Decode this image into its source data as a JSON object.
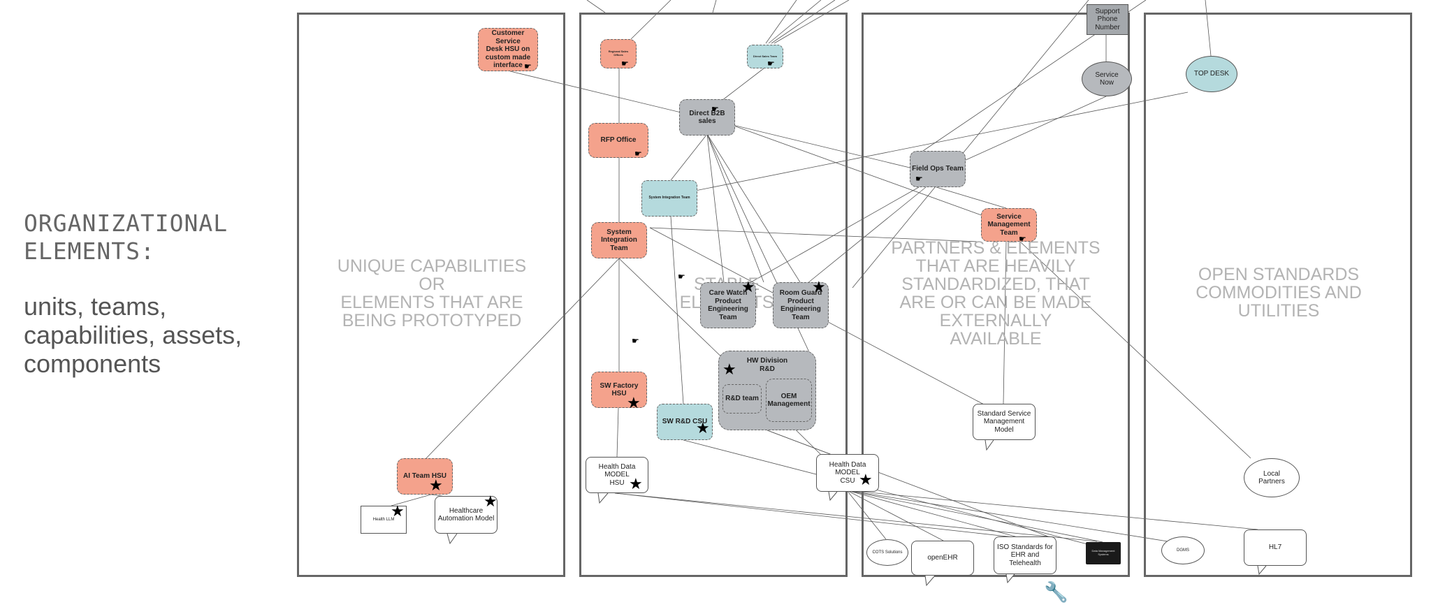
{
  "side": {
    "title": "ORGANIZATIONAL\nELEMENTS:",
    "subtitle": "units, teams,\ncapabilities, assets,\ncomponents"
  },
  "columns": [
    {
      "title": "UNIQUE CAPABILITIES\nOR\nELEMENTS THAT ARE\nBEING PROTOTYPED"
    },
    {
      "title": "STABLE\nELEMENTS"
    },
    {
      "title": "PARTNERS & ELEMENTS\nTHAT ARE HEAVILY\nSTANDARDIZED, THAT\nARE OR CAN BE MADE\nEXTERNALLY\nAVAILABLE"
    },
    {
      "title": "OPEN STANDARDS\nCOMMODITIES AND\nUTILITIES"
    }
  ],
  "nodes": {
    "cs_desk": "Customer Service\nDesk HSU on\ncustom made\ninterface",
    "regional_sales": "Regional Sales\nOffices",
    "direct_sales": "Direct Sales Team",
    "direct_b2b": "Direct B2B sales",
    "rfp": "RFP Office",
    "sys_int_team": "System Integration Team",
    "sys_int": "System\nIntegration\nTeam",
    "care_watch": "Care Watch\nProduct\nEngineering\nTeam",
    "room_guard": "Room Guard\nProduct\nEngineering\nTeam",
    "hw_division": "HW Division\nR&D",
    "rd_team": "R&D team",
    "oem": "OEM\nManagement",
    "sw_factory": "SW Factory HSU",
    "sw_rd": "SW R&D CSU",
    "hdm_hsu": "Health Data MODEL\nHSU",
    "hdm_csu": "Health Data MODEL\nCSU",
    "ai_team": "AI Team HSU",
    "health_llm": "Health LLM",
    "healthcare_auto": "Healthcare\nAutomation Model",
    "support_phone": "Support\nPhone\nNumber",
    "service_now": "Service\nNow",
    "field_ops": "Field Ops Team",
    "service_mgmt": "Service\nManagement\nTeam",
    "std_service": "Standard Service\nManagement Model",
    "cots": "COTS Solutions",
    "openehr": "openEHR",
    "iso": "ISO Standards for\nEHR and Telehealth",
    "data_mgmt": "Data Management\nSystems",
    "top_desk": "TOP DESK",
    "local_partners": "Local\nPartners",
    "dgms": "DGMS",
    "hl7": "HL7"
  },
  "icons": {
    "star": "star-icon",
    "hand": "handshake-icon",
    "wrench": "wrench-icon"
  },
  "colors": {
    "salmon": "#f4a28c",
    "grey": "#b6b9bd",
    "teal": "#b5dadd",
    "border": "#666666",
    "column_title": "#b3b3b3"
  }
}
